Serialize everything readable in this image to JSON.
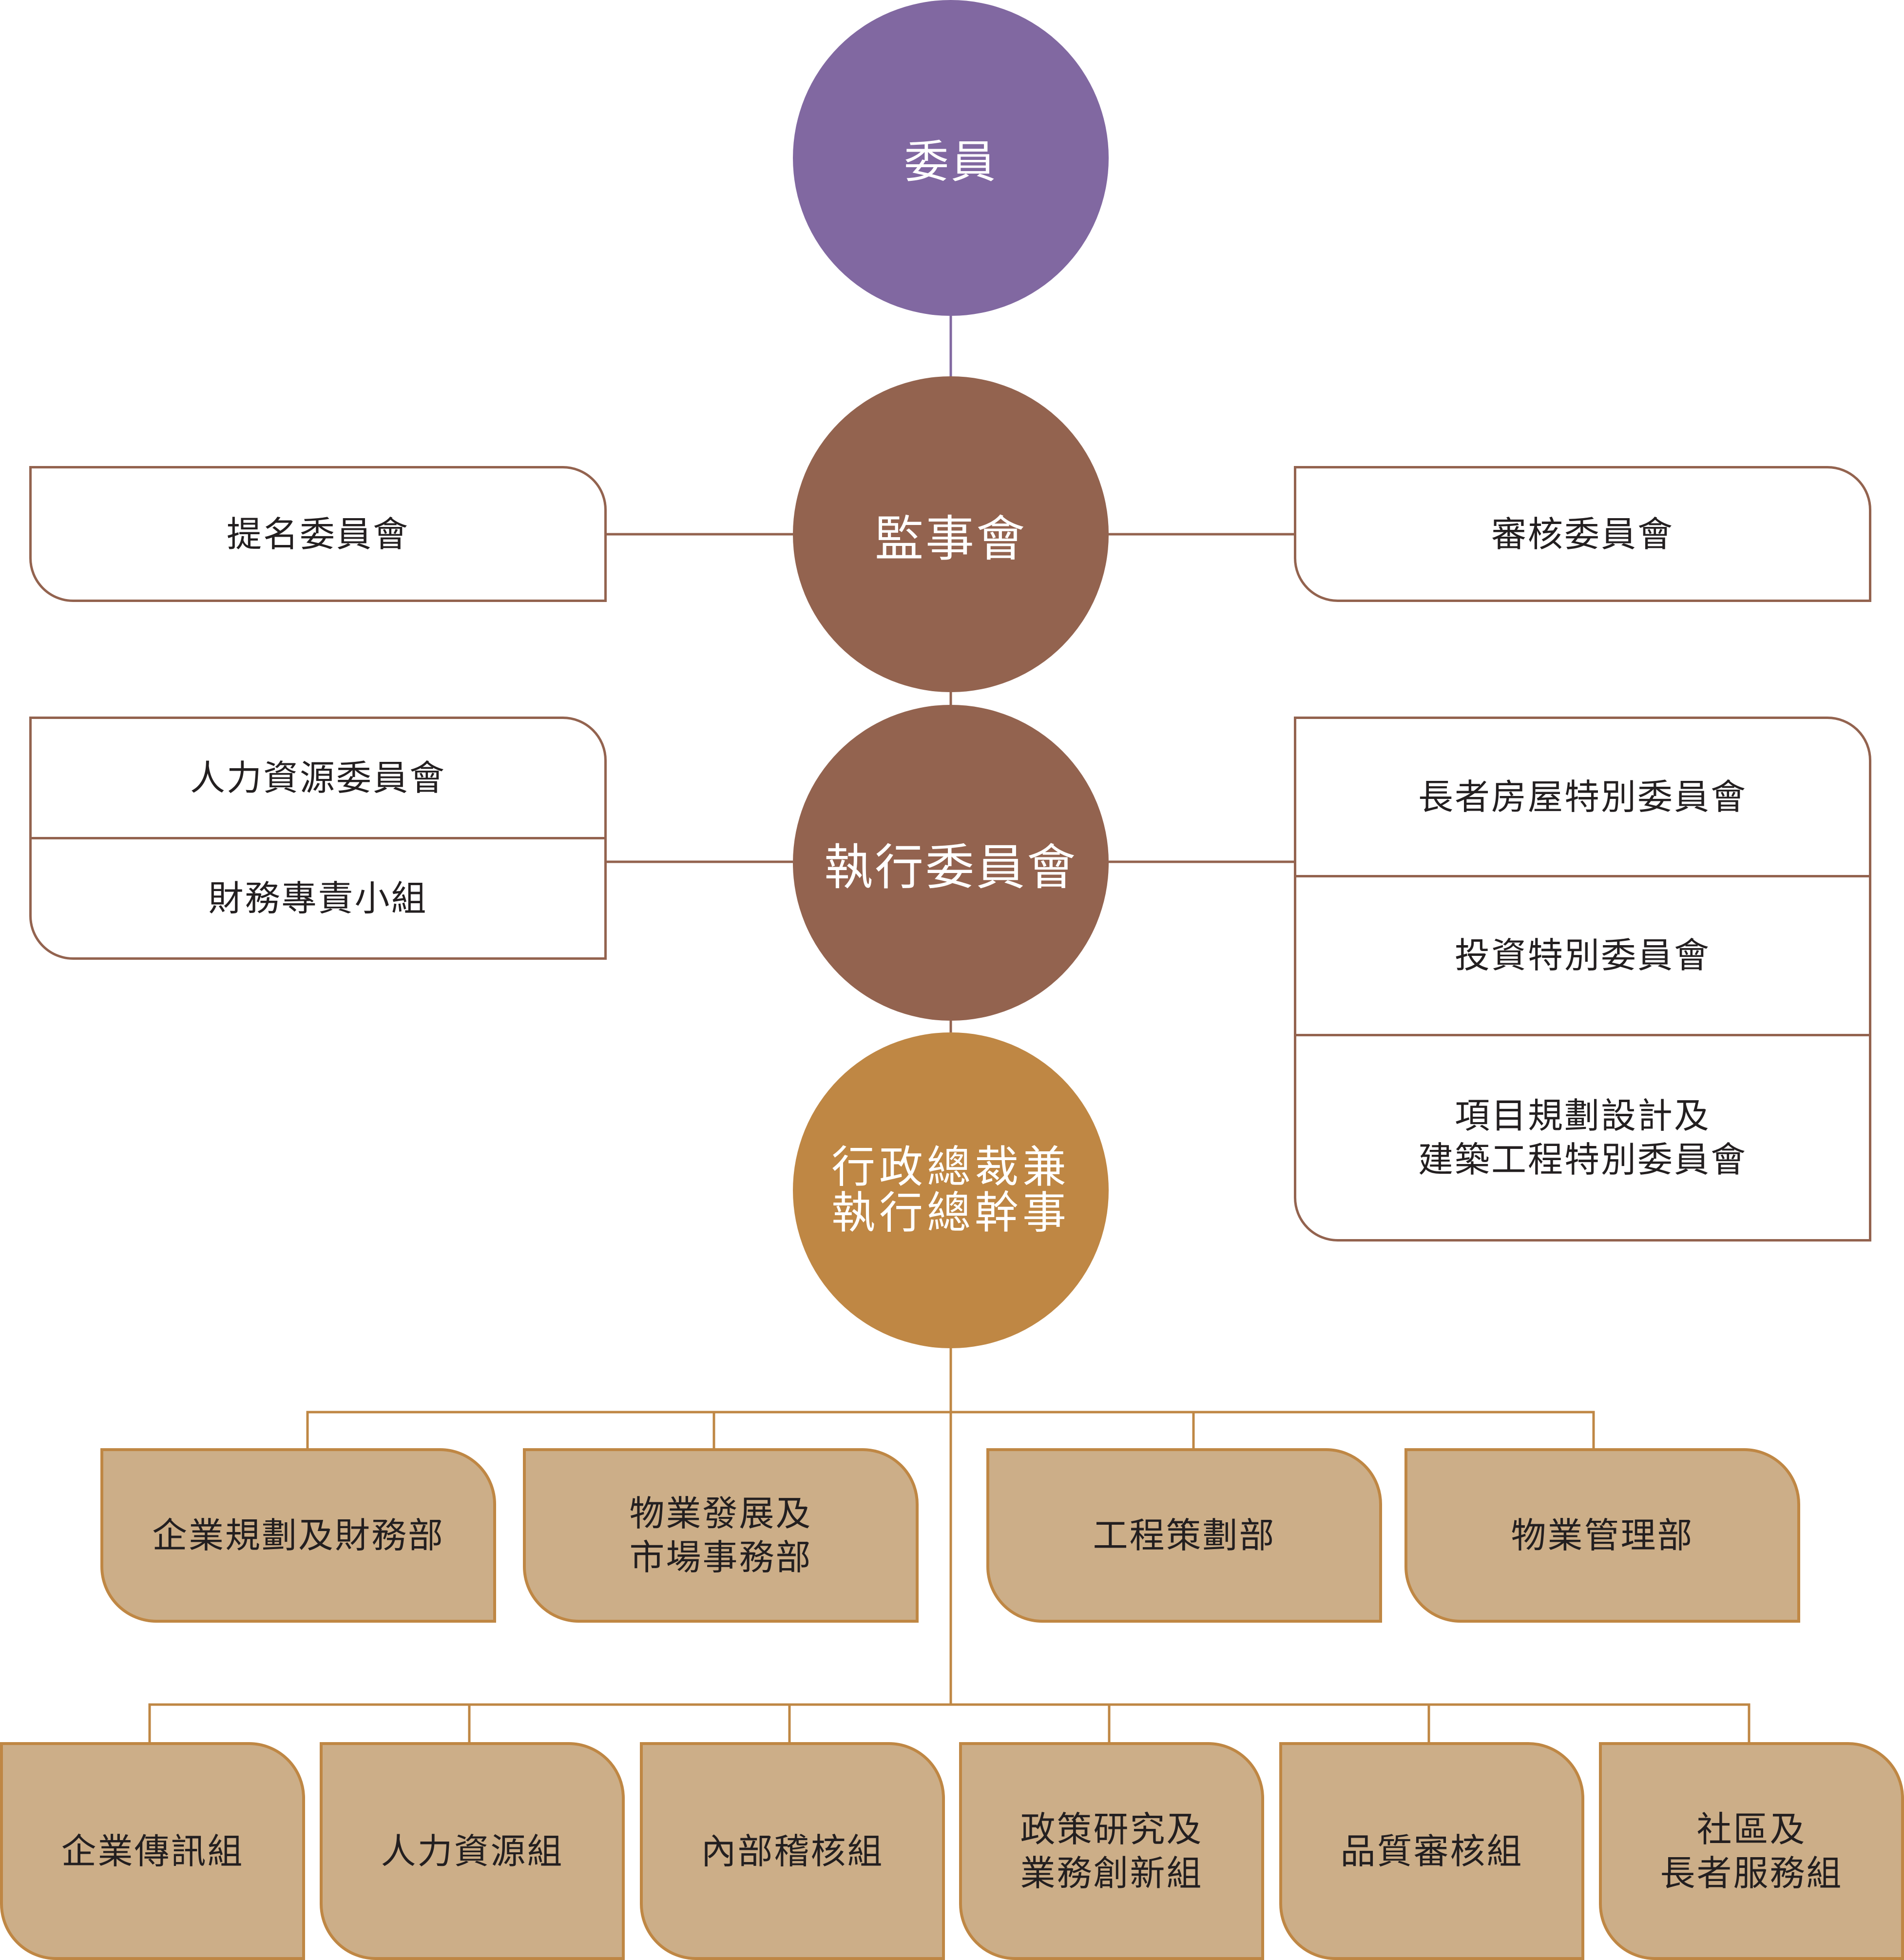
{
  "colors": {
    "members": "#8168a1",
    "board": "#93634f",
    "ceo": "#bf8744",
    "department_fill": "#ccae88",
    "department_border": "#bf8744"
  },
  "nodes": {
    "members": "委員",
    "supervisory_board": "監事會",
    "executive_committee": "執行委員會",
    "ceo_line1": "行政總裁兼",
    "ceo_line2": "執行總幹事"
  },
  "supervisory_left": [
    "提名委員會"
  ],
  "supervisory_right": [
    "審核委員會"
  ],
  "executive_left": [
    "人力資源委員會",
    "財務專責小組"
  ],
  "executive_right": [
    [
      "長者房屋特別委員會"
    ],
    [
      "投資特別委員會"
    ],
    [
      "項目規劃設計及",
      "建築工程特別委員會"
    ]
  ],
  "departments": [
    [
      "企業規劃及財務部"
    ],
    [
      "物業發展及",
      "市場事務部"
    ],
    [
      "工程策劃部"
    ],
    [
      "物業管理部"
    ]
  ],
  "units": [
    [
      "企業傳訊組"
    ],
    [
      "人力資源組"
    ],
    [
      "內部稽核組"
    ],
    [
      "政策研究及",
      "業務創新組"
    ],
    [
      "品質審核組"
    ],
    [
      "社區及",
      "長者服務組"
    ]
  ]
}
